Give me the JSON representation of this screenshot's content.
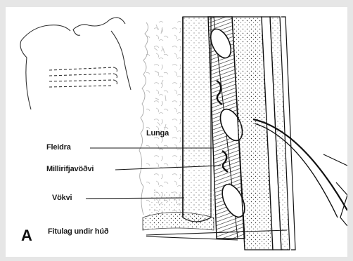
{
  "figure": {
    "panel_letter": "A",
    "labels": {
      "lunga": "Lunga",
      "fleidra": "Fleidra",
      "millirifjavodvi": "Millirifjavöðvi",
      "vokvi": "Vökvi",
      "fitulag": "Fitulag undir húð"
    }
  },
  "colors": {
    "background": "#e6e6e6",
    "figure_bg": "#ffffff",
    "ink": "#1a1a1a"
  }
}
